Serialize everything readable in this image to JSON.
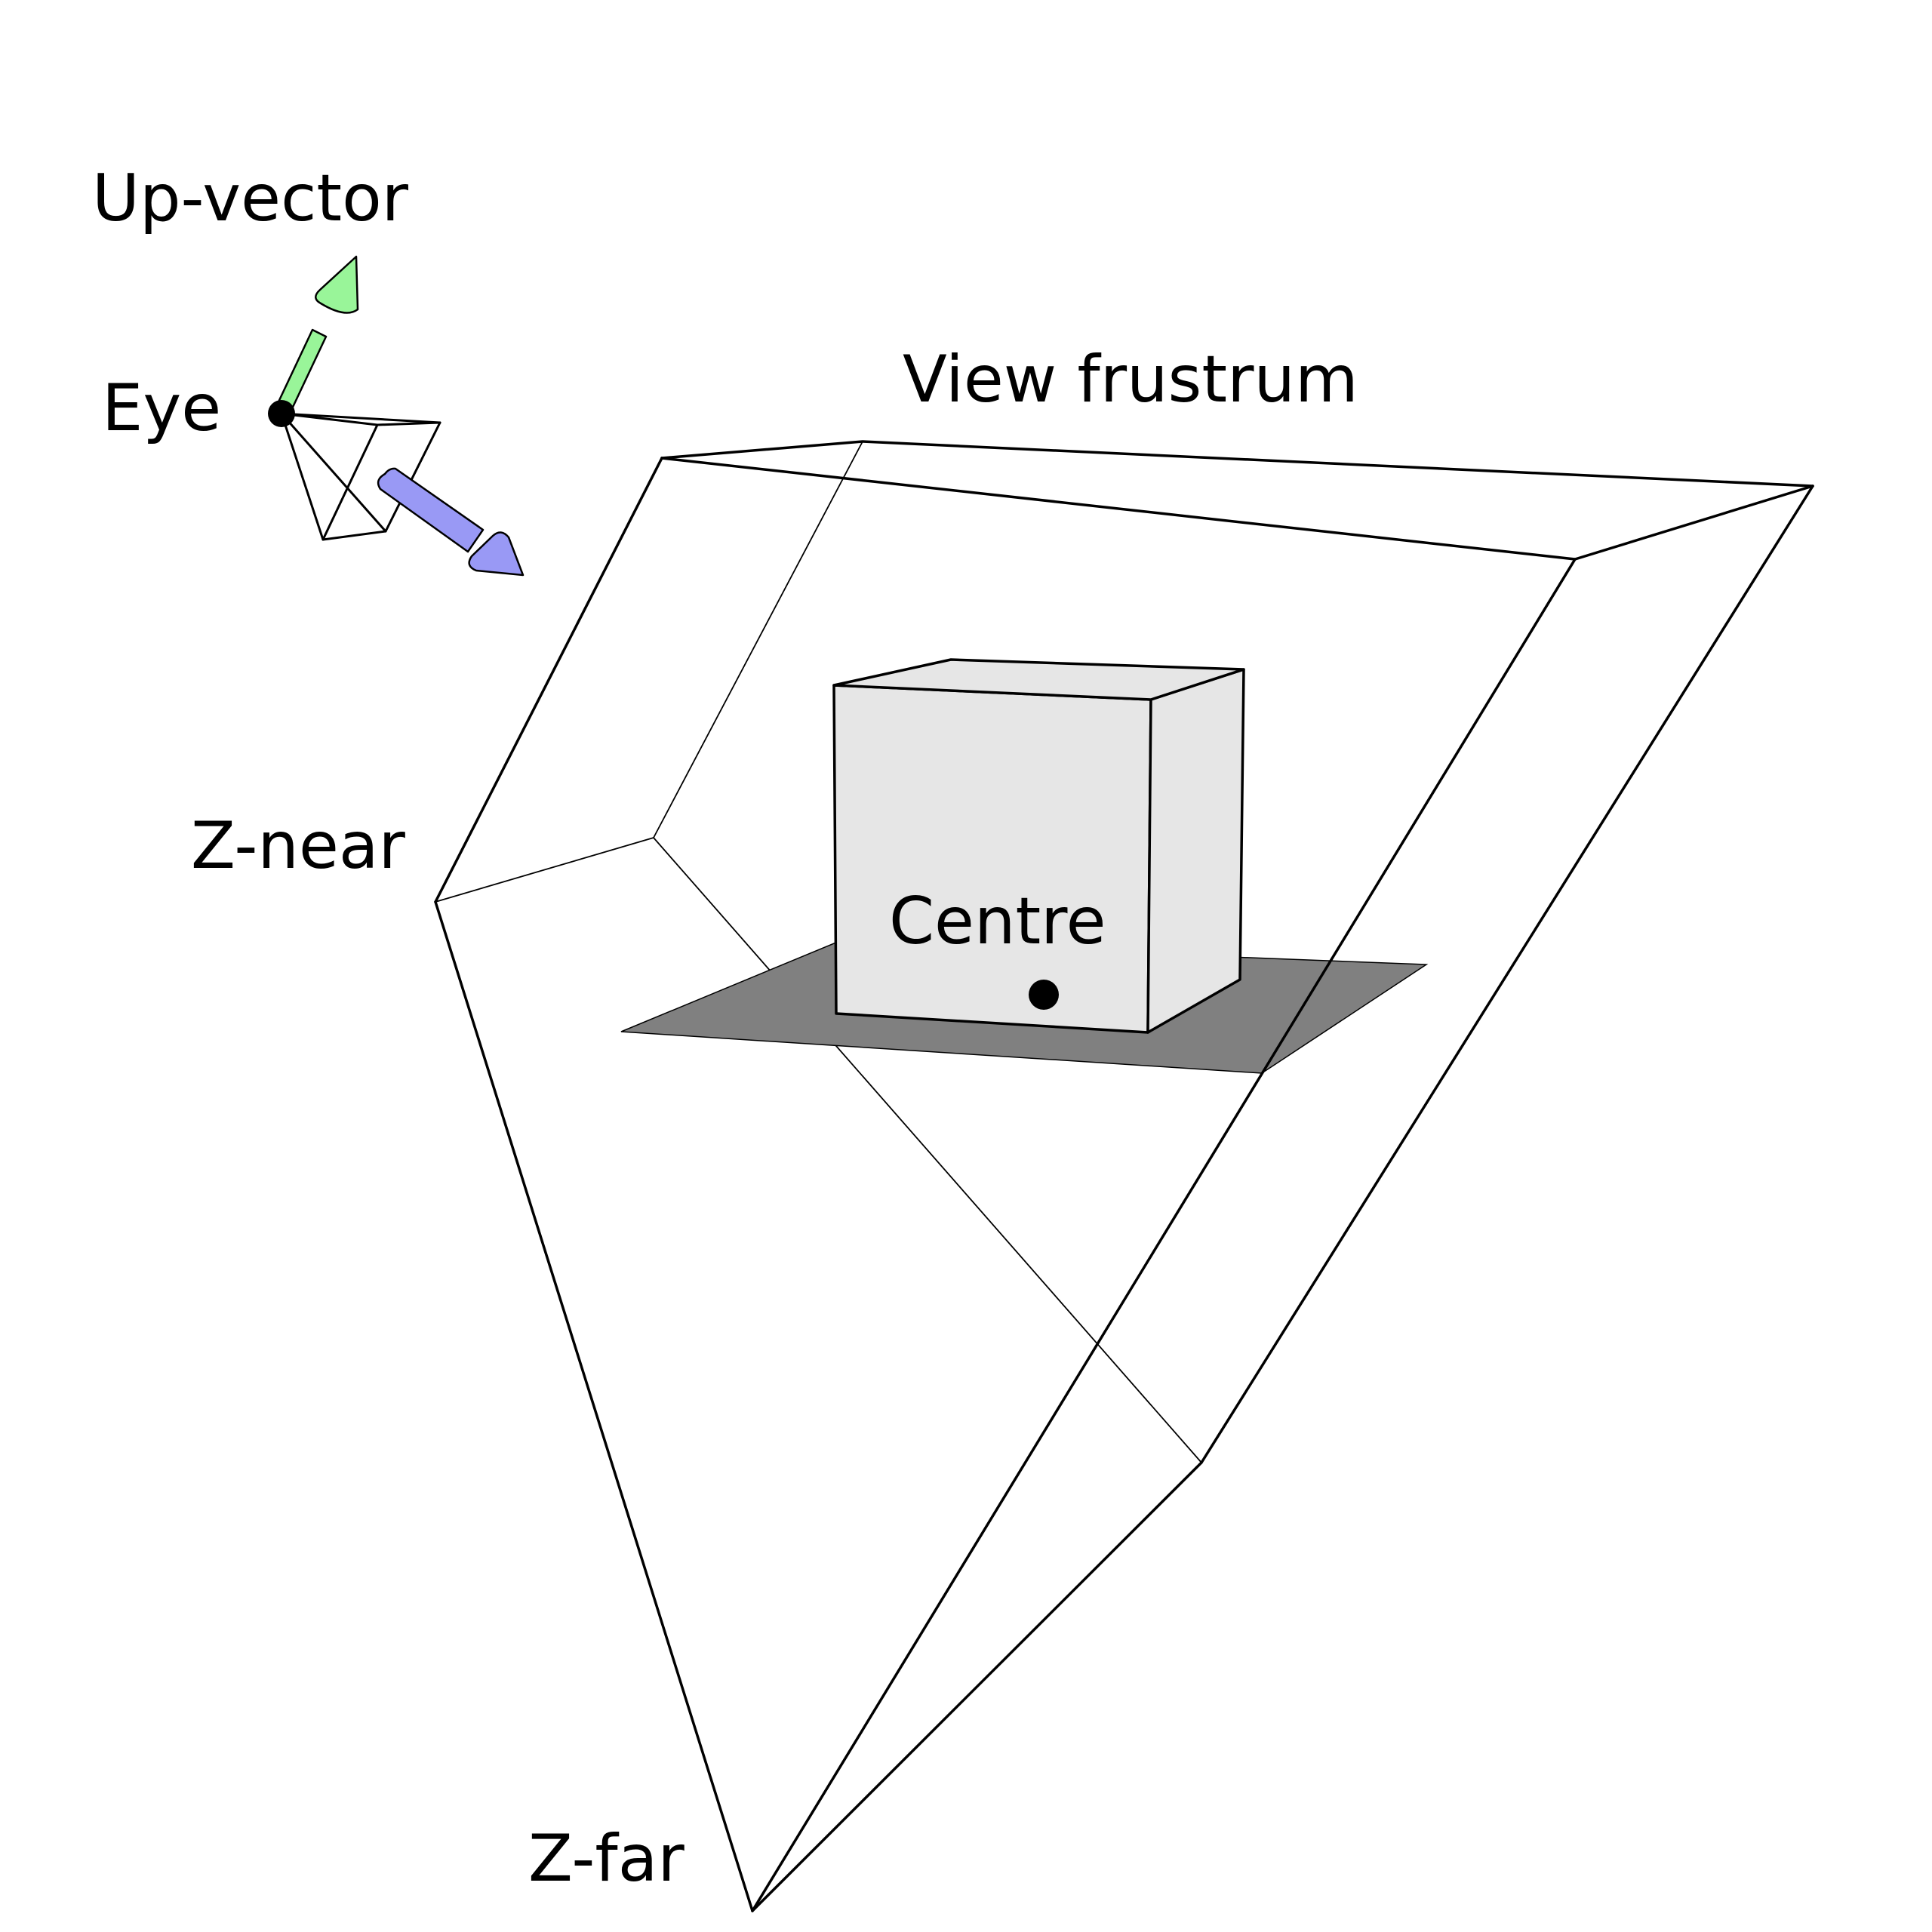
{
  "labels": {
    "up_vector": "Up-vector",
    "eye": "Eye",
    "view_frustum": "View frustrum",
    "z_near": "Z-near",
    "z_far": "Z-far",
    "centre": "Centre"
  },
  "colors": {
    "up_vector_arrow": "#99f599",
    "view_direction_arrow": "#9999f5",
    "ground_plane": "#808080",
    "box_face": "#e6e6e6",
    "lines": "#000000",
    "background": "#ffffff"
  }
}
